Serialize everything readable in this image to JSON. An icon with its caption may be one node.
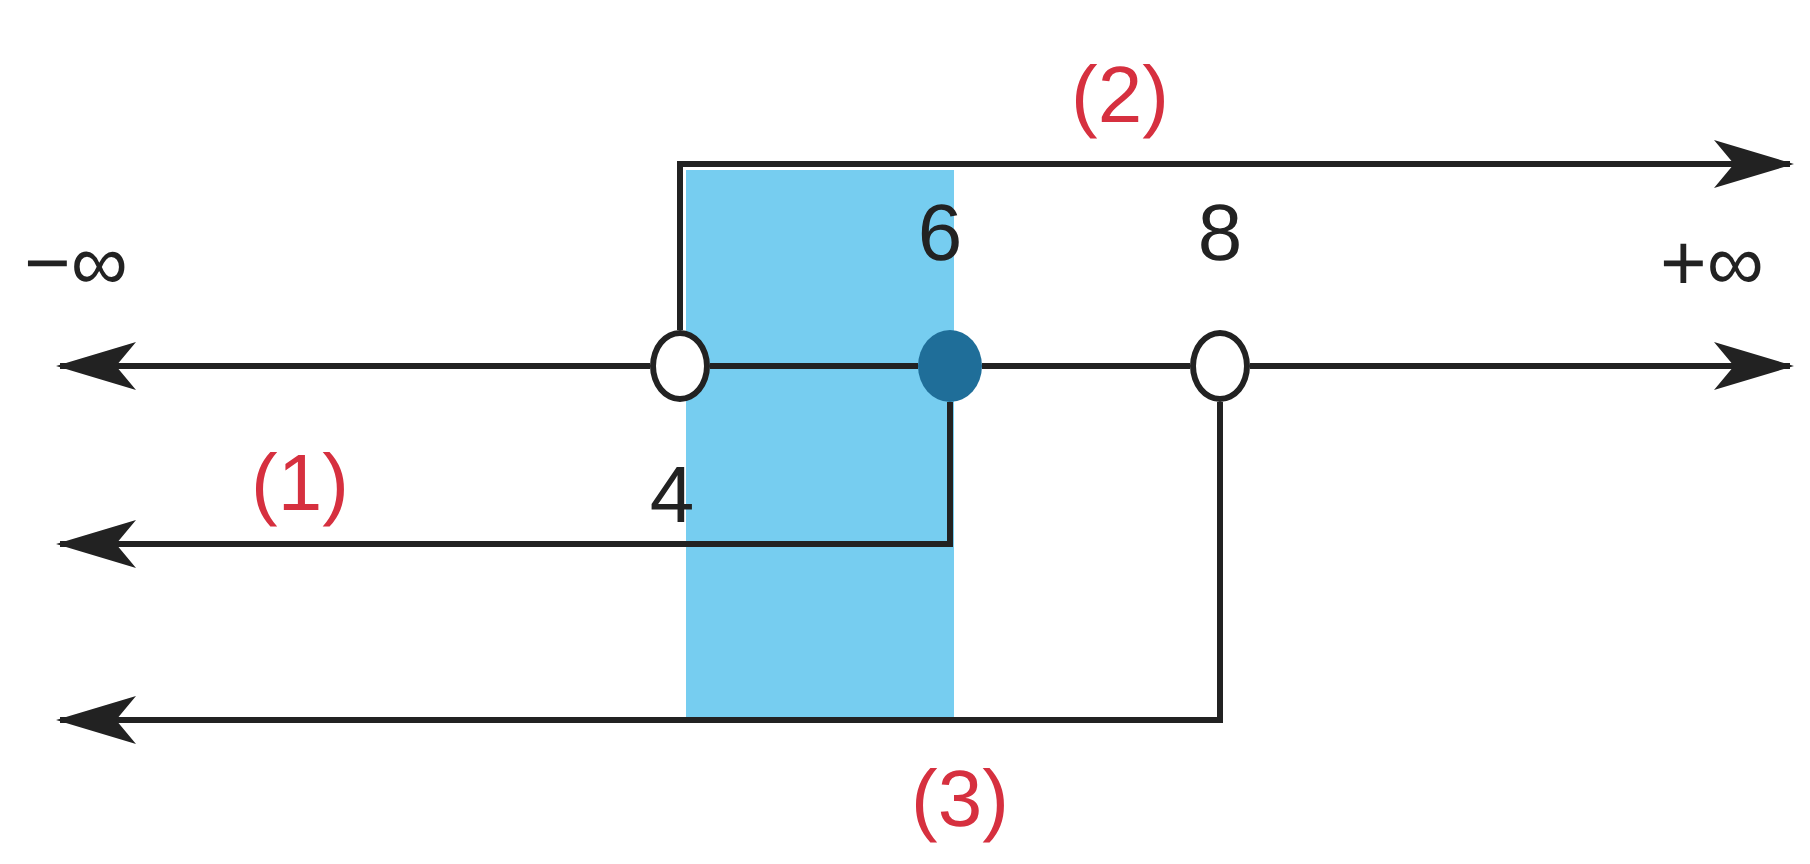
{
  "diagram": {
    "nodes": [
      {
        "text": [],
        "shape": "circle",
        "beside": [
          "4"
        ]
      },
      {
        "text": [],
        "shape": "circle",
        "beside": [
          "6"
        ]
      },
      {
        "text": [],
        "shape": "circle",
        "beside": [
          "8"
        ]
      }
    ],
    "edges": [
      {
        "from": 1,
        "to": null,
        "arrow": "to",
        "label": "(1)"
      },
      {
        "from": 0,
        "to": null,
        "arrow": "to",
        "label": "(2)"
      },
      {
        "from": 2,
        "to": null,
        "arrow": "to",
        "label": "(3)"
      },
      {
        "from": 0,
        "to": null,
        "arrow": "to"
      },
      {
        "from": 0,
        "to": 1,
        "arrow": "none"
      },
      {
        "from": 1,
        "to": 2,
        "arrow": "none"
      },
      {
        "from": 2,
        "to": null,
        "arrow": "to"
      }
    ],
    "labels": [
      "−∞",
      "+∞"
    ]
  }
}
